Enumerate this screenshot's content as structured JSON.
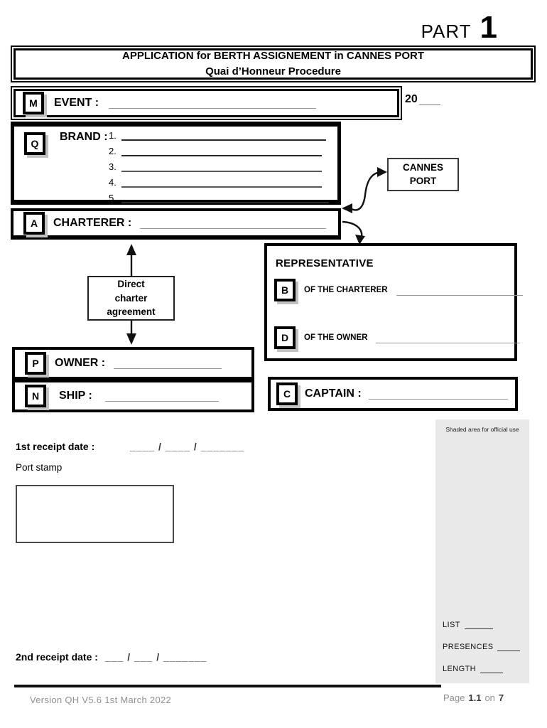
{
  "part": {
    "word": "PART",
    "number": "1"
  },
  "title": {
    "line1": "APPLICATION for BERTH ASSIGNEMENT in CANNES PORT",
    "line2": "Quai d’Honneur Procedure"
  },
  "event": {
    "badge": "M",
    "label": "EVENT :",
    "year_prefix": "20"
  },
  "brand": {
    "badge": "Q",
    "label": "BRAND :",
    "items": [
      "1.",
      "2.",
      "3.",
      "4.",
      "5."
    ]
  },
  "cannes_port": {
    "line1": "CANNES",
    "line2": "PORT"
  },
  "charterer": {
    "badge": "A",
    "label": "CHARTERER :"
  },
  "direct_charter": {
    "line1": "Direct",
    "line2": "charter",
    "line3": "agreement"
  },
  "representative": {
    "title": "REPRESENTATIVE",
    "rows": [
      {
        "badge": "B",
        "label": "OF THE CHARTERER"
      },
      {
        "badge": "D",
        "label": "OF THE OWNER"
      }
    ]
  },
  "owner": {
    "badge": "P",
    "label": "OWNER :"
  },
  "ship": {
    "badge": "N",
    "label": "SHIP :"
  },
  "captain": {
    "badge": "C",
    "label": "CAPTAIN :"
  },
  "official_area": {
    "note": "Shaded area for official use",
    "fields": [
      {
        "label": "LIST"
      },
      {
        "label": "PRESENCES"
      },
      {
        "label": "LENGTH"
      }
    ],
    "bg_color": "#e9e9e9"
  },
  "receipts": {
    "first_label": "1st receipt date :",
    "first_value": "____ / ____ / _______",
    "port_stamp_label": "Port stamp",
    "second_label": "2nd receipt date :",
    "second_value": "___ / ___ / _______"
  },
  "footer": {
    "version": "Version QH V5.6 1st March 2022",
    "page_word": "Page",
    "page_number": "1.1",
    "on_word": "on",
    "total_pages": "7"
  },
  "colors": {
    "badge_shadow": "#c2c2c2",
    "shaded_area": "#e9e9e9"
  }
}
